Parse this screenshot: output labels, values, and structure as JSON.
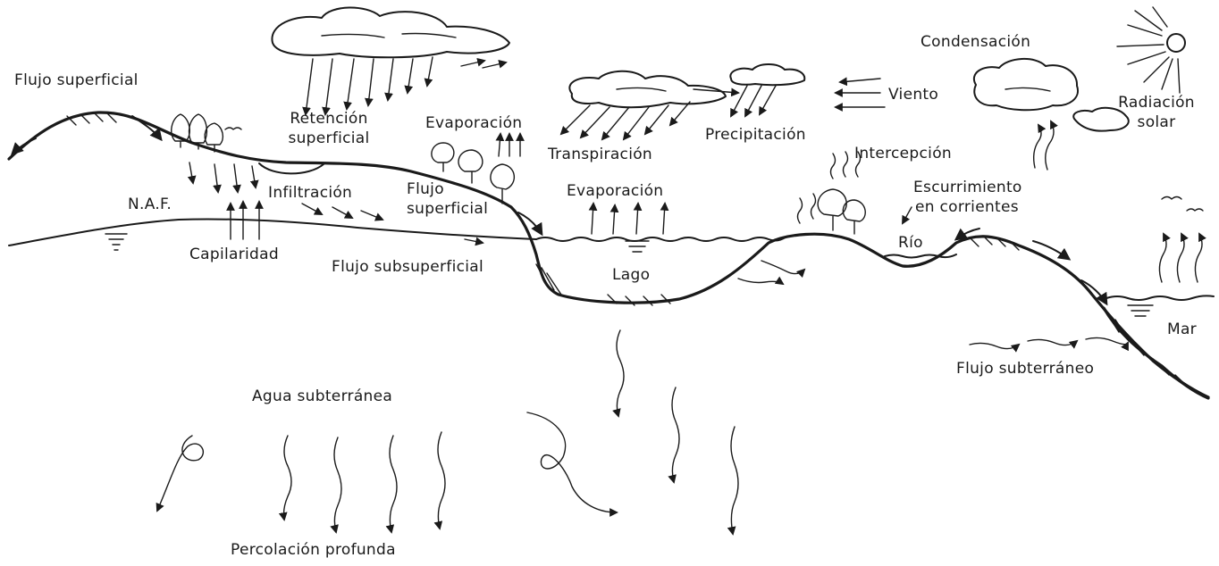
{
  "labels": {
    "flujo_superficial_left": "Flujo superficial",
    "retencion_1": "Retención",
    "retencion_2": "superficial",
    "evaporacion_upper": "Evaporación",
    "transpiracion": "Transpiración",
    "precipitacion": "Precipitación",
    "viento": "Viento",
    "condensacion": "Condensación",
    "radiacion_1": "Radiación",
    "radiacion_2": "solar",
    "intercepcion": "Intercepción",
    "escurrimiento_1": "Escurrimiento",
    "escurrimiento_2": "en corrientes",
    "naf": "N.A.F.",
    "infiltracion": "Infiltración",
    "flujo_sup_mid_1": "Flujo",
    "flujo_sup_mid_2": "superficial",
    "evaporacion_lake": "Evaporación",
    "capilaridad": "Capilaridad",
    "flujo_subsuperficial": "Flujo subsuperficial",
    "lago": "Lago",
    "rio": "Río",
    "mar": "Mar",
    "flujo_subterraneo": "Flujo subterráneo",
    "agua_subterranea": "Agua subterránea",
    "percolacion": "Percolación profunda"
  },
  "colors": {
    "ink": "#1a1a1a",
    "background": "#ffffff"
  },
  "icons": [
    "cloud-icon",
    "sun-icon",
    "tree-icon",
    "bird-icon",
    "water-level-icon",
    "arrow-icon"
  ]
}
